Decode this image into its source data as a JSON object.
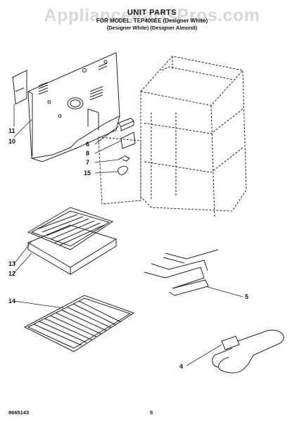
{
  "header": {
    "watermark": "AppliancePartsPros.com",
    "title": "UNIT PARTS",
    "model_line": "FOR MODEL: TEP400EE (Designer White)",
    "color_line": "(Designer White) (Designer Almond)"
  },
  "callouts": [
    "11",
    "10",
    "6",
    "8",
    "7",
    "15",
    "13",
    "12",
    "14",
    "5",
    "4"
  ],
  "footer": {
    "code": "8665143",
    "page": "5"
  }
}
